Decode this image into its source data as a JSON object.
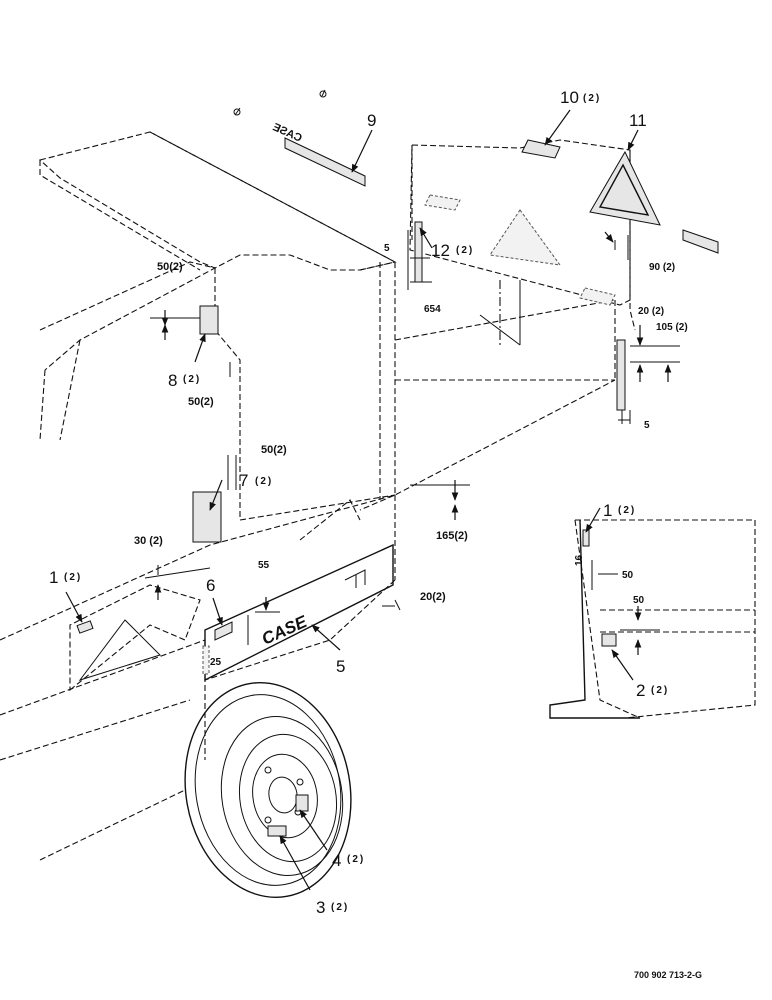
{
  "callouts": {
    "c1": {
      "num": "1",
      "qty": "(2)"
    },
    "c1_detail": {
      "num": "1",
      "qty": "(2)"
    },
    "c2": {
      "num": "2",
      "qty": "(2)"
    },
    "c3": {
      "num": "3",
      "qty": "(2)"
    },
    "c4": {
      "num": "4",
      "qty": "(2)"
    },
    "c5": {
      "num": "5",
      "qty": ""
    },
    "c6": {
      "num": "6",
      "qty": ""
    },
    "c7": {
      "num": "7",
      "qty": "(2)"
    },
    "c8": {
      "num": "8",
      "qty": "(2)"
    },
    "c9": {
      "num": "9",
      "qty": ""
    },
    "c10": {
      "num": "10",
      "qty": "(2)"
    },
    "c11": {
      "num": "11",
      "qty": ""
    },
    "c12": {
      "num": "12",
      "qty": "(2)"
    }
  },
  "dimensions": {
    "d5_top": "5",
    "d654": "654",
    "d90": "90 (2)",
    "d20": "20 (2)",
    "d105": "105 (2)",
    "d5_right": "5",
    "d50_a": "50(2)",
    "d50_b": "50(2)",
    "d50_c": "50(2)",
    "d165": "165(2)",
    "d30": "30 (2)",
    "d55": "55",
    "d20_side": "20(2)",
    "d25": "25",
    "d50_detail_a": "50",
    "d50_detail_b": "50",
    "d16_detail": "16"
  },
  "brand": {
    "decal_main": "CASE",
    "decal_top": "CASE"
  },
  "reference_code": "700 902 713-2-G"
}
